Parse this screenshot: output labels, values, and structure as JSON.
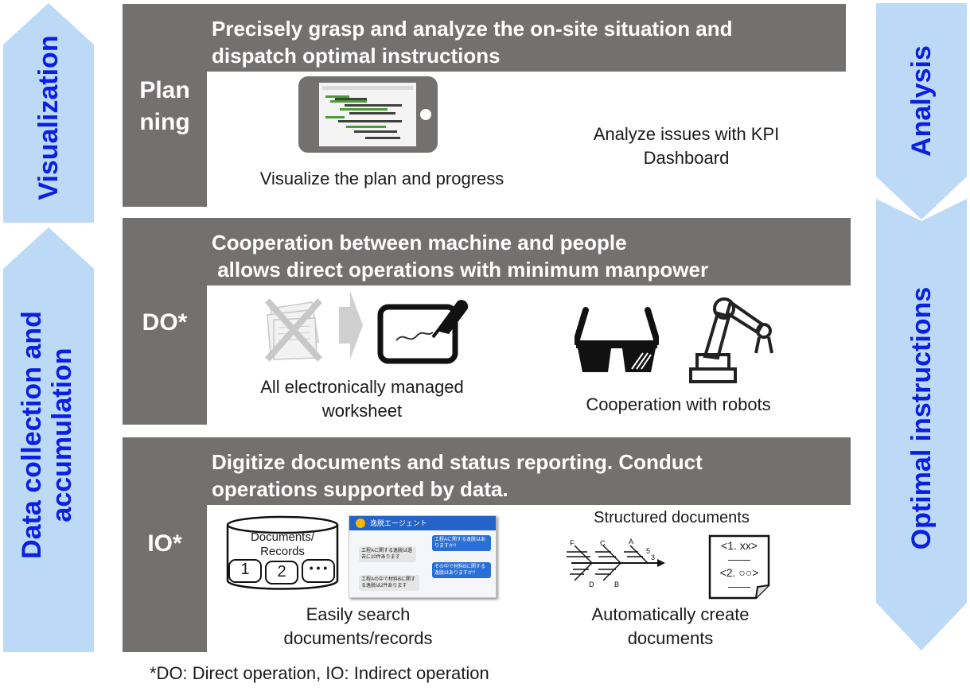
{
  "colors": {
    "panel": "#737070",
    "arrow_fill": "#bcd9f6",
    "arrow_text": "#0a1fe0"
  },
  "side_left": {
    "top_arrow": "Visualization",
    "bottom_arrow_line1": "Data collection and",
    "bottom_arrow_line2": "accumulation"
  },
  "side_right": {
    "top_arrow": "Analysis",
    "bottom_arrow": "Optimal instructions"
  },
  "rows": {
    "planning": {
      "label_line1": "Plan",
      "label_line2": "ning",
      "heading_line1": "Precisely grasp and analyze the on-site situation and",
      "heading_line2": "dispatch optimal instructions",
      "caption_left": "Visualize the plan and progress",
      "caption_right_line1": "Analyze issues with KPI",
      "caption_right_line2": "Dashboard"
    },
    "do": {
      "label": "DO*",
      "heading_line1": "Cooperation between machine and people",
      "heading_line2": " allows direct operations with minimum manpower",
      "caption_left_line1": "All electronically managed",
      "caption_left_line2": "worksheet",
      "caption_right": "Cooperation with robots"
    },
    "io": {
      "label": "IO*",
      "heading_line1": "Digitize documents and status reporting. Conduct",
      "heading_line2": "operations supported by data.",
      "db_label_line1": "Documents/",
      "db_label_line2": "Records",
      "db_slot1": "1",
      "db_slot2": "2",
      "db_slot3": "• • •",
      "chat_title": "逸脱エージェント",
      "chat_msg1": "工程Aに関する逸脱は過去に10件あります",
      "chat_msg2": "工程Aに関する逸脱はありますか?",
      "chat_msg3": "その中で材料Bに関する逸脱はありますか?",
      "chat_msg4": "工程Aの中で材料Bに関する逸脱は2件あります",
      "structured_label": "Structured documents",
      "fishbone_labels": [
        "F",
        "C",
        "A",
        "5",
        "3",
        "D",
        "B"
      ],
      "doc_line1": "<1. xx>",
      "doc_line2": "——",
      "doc_line3": "<2. ○○>",
      "doc_line4": "——",
      "caption_left_line1": "Easily search",
      "caption_left_line2": "documents/records",
      "caption_right_line1": "Automatically create",
      "caption_right_line2": "documents"
    }
  },
  "footnote": "*DO: Direct operation, IO: Indirect operation"
}
